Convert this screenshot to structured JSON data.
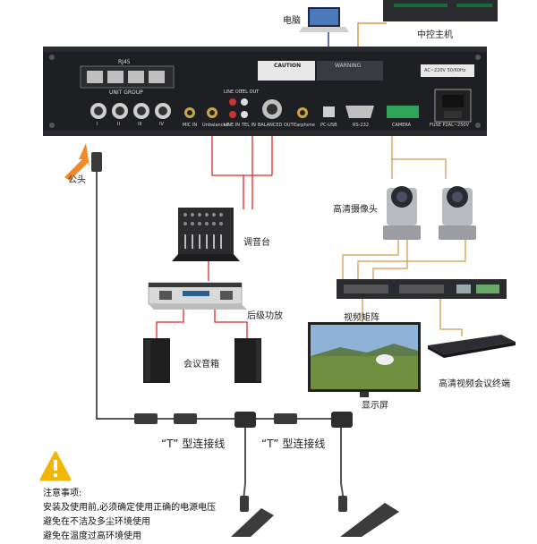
{
  "labels": {
    "laptop": "电脑",
    "controller": "中控主机",
    "male_plug": "公头",
    "hd_camera": "高清摄像头",
    "mixer": "调音台",
    "amplifier": "后级功放",
    "speakers": "会议音箱",
    "video_matrix": "视频矩阵",
    "display": "显示屏",
    "video_terminal": "高清视频会议终端",
    "t_cable_1": "“T” 型连接线",
    "t_cable_2": "“T” 型连接线"
  },
  "device_panel": {
    "rj45": "RJ45",
    "unit_group": "UNIT GROUP",
    "port_numbers": [
      "I",
      "II",
      "III",
      "IV"
    ],
    "mic_in": "MIC IN",
    "unbalanced": "Unbalanced",
    "line_out": "LINE OUT",
    "tel_out": "TEL OUT",
    "line_in": "LINE IN",
    "tel_in": "TEL IN",
    "balanced_out": "BALANCED OUT",
    "earphone": "Earphone",
    "pc_usb": "PC-USB",
    "rs232": "RS-232",
    "camera": "CAMERA",
    "fuse": "FUSE P2AL~250V",
    "ac": "AC~220V 50/60Hz",
    "caution": "CAUTION",
    "warning": "WARNING"
  },
  "notice": {
    "title": "注意事项:",
    "lines": [
      "安装及使用前,必须确定使用正确的电源电压",
      "避免在不洁及多尘环境使用",
      "避免在温度过高环境使用"
    ]
  },
  "colors": {
    "audio_wire": "#e0282a",
    "video_wire": "#d39a4e",
    "usb_wire": "#2a3f9e",
    "mic_cable": "#555555",
    "callout_arrow": "#f08a2c"
  }
}
